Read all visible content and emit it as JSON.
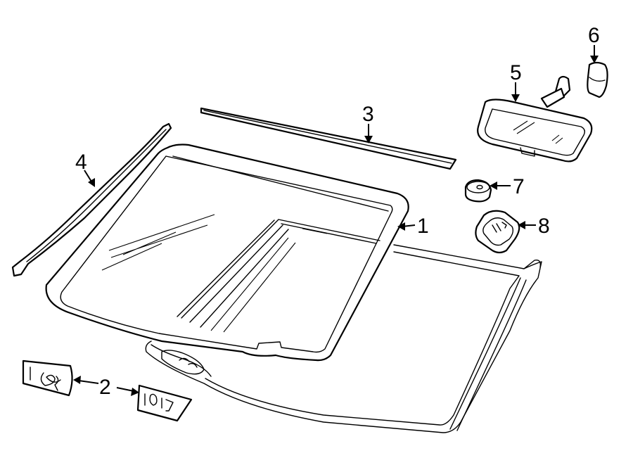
{
  "diagram": {
    "callouts": {
      "windshield": "1",
      "label_tags": "2",
      "top_molding": "3",
      "side_molding": "4",
      "rearview_mirror": "5",
      "mirror_cover": "6",
      "bracket_pad": "7",
      "sensor": "8"
    }
  }
}
